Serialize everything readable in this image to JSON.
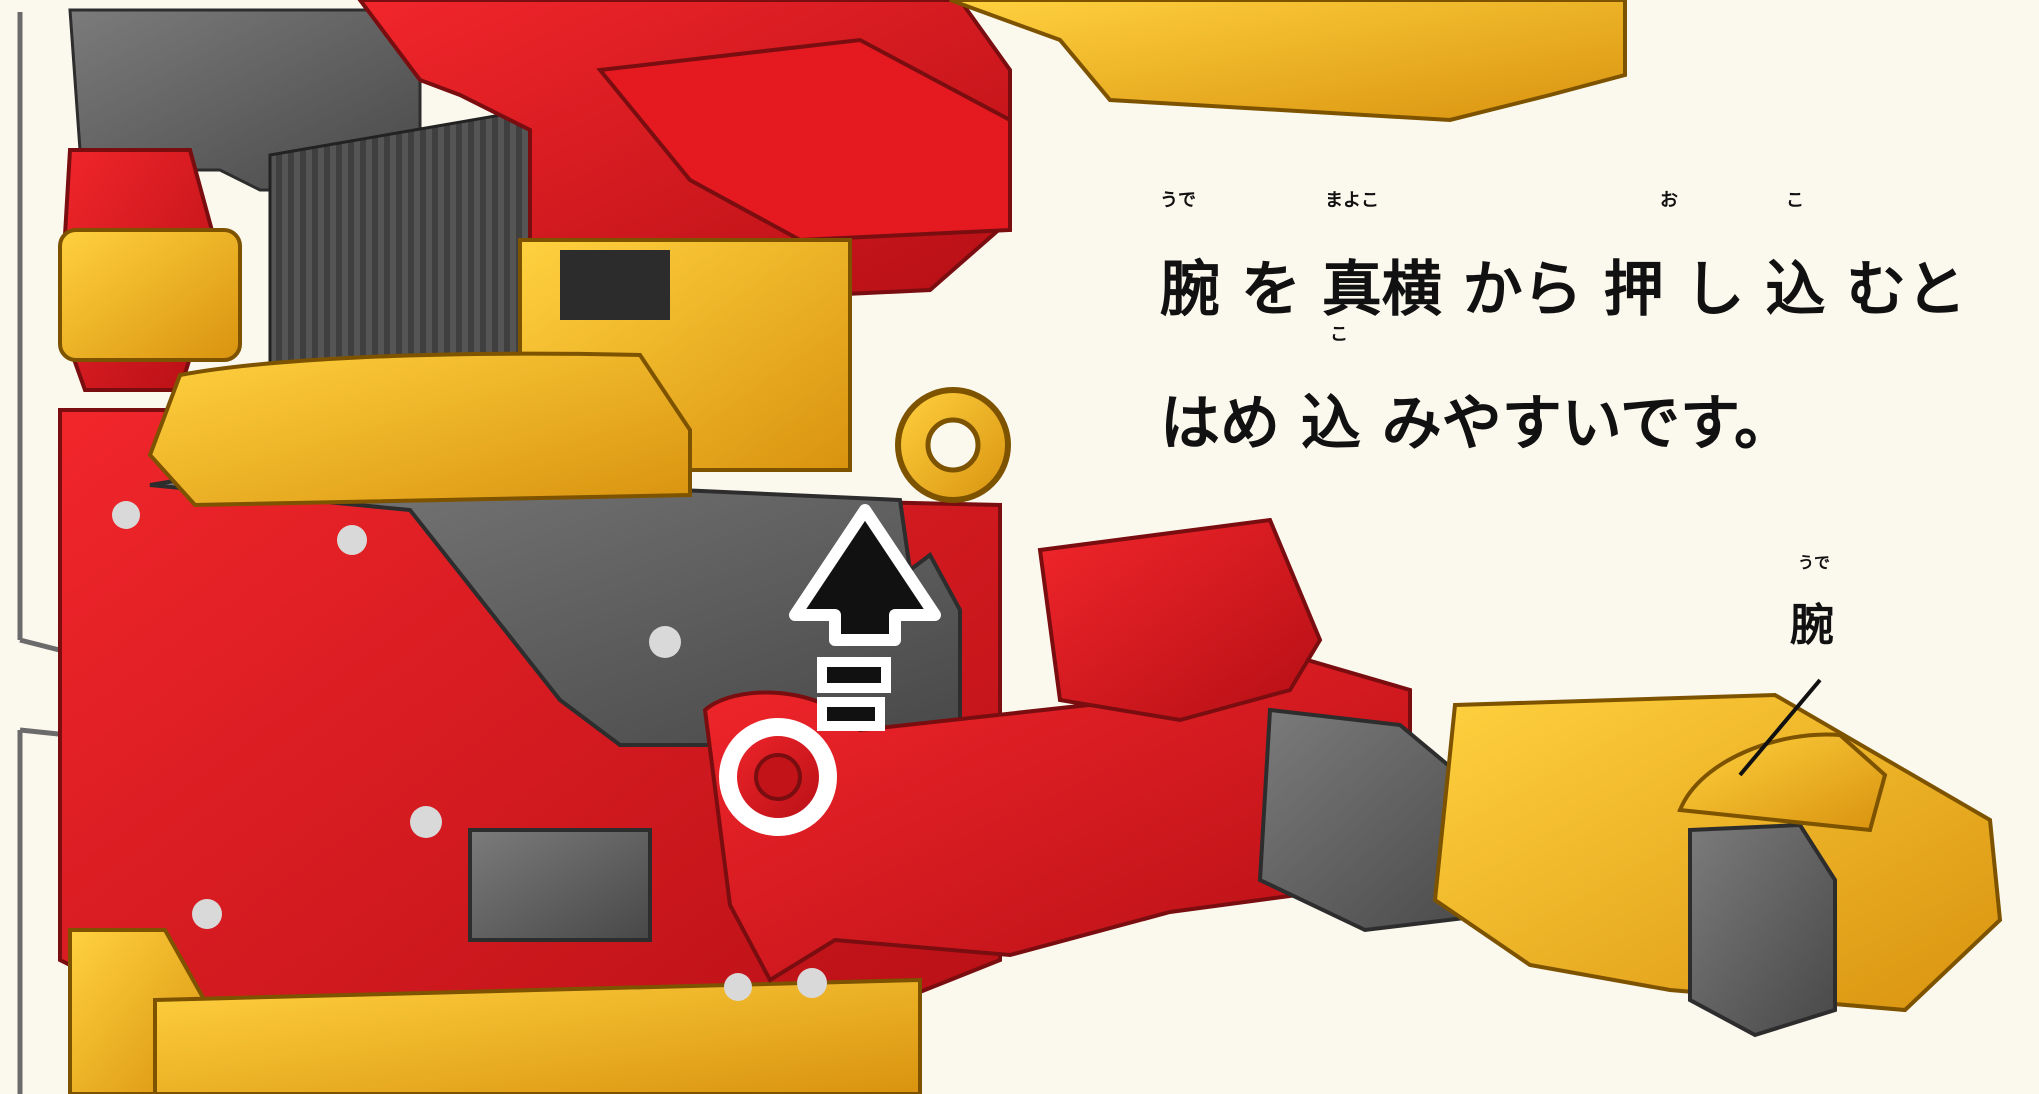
{
  "instruction": {
    "line1_segments": [
      "腕",
      "を",
      "真横",
      "から",
      "押",
      "し",
      "込",
      "むと"
    ],
    "line2_segments": [
      "はめ",
      "込",
      "みやすいです。"
    ],
    "ruby": {
      "ude": "うで",
      "mayoko": "まよこ",
      "o": "お",
      "ko1": "こ",
      "ko2": "こ"
    }
  },
  "callout_label": {
    "text": "腕",
    "ruby": "うで"
  },
  "colors": {
    "background": "#fbf8ee",
    "red": "#d9161d",
    "yellow": "#f4b517",
    "gray": "#636363",
    "dark_gray": "#3a3a3a",
    "outline": "#222222"
  },
  "icons": {
    "insert_arrow": "up-arrow-icon"
  }
}
